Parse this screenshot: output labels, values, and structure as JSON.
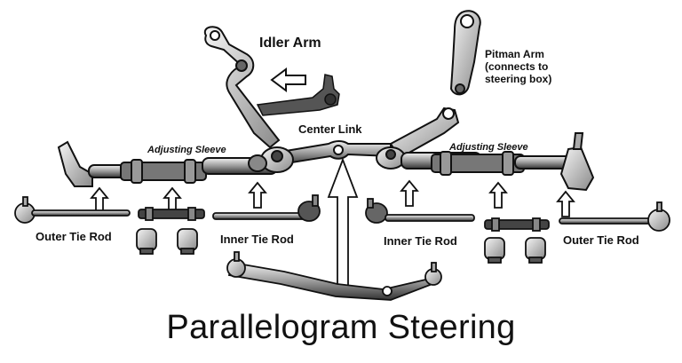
{
  "title": "Parallelogram Steering",
  "labels": {
    "idler_arm": "Idler Arm",
    "pitman_arm": "Pitman Arm (connects to steering box)",
    "center_link": "Center Link",
    "adjusting_sleeve_left": "Adjusting Sleeve",
    "adjusting_sleeve_right": "Adjusting Sleeve",
    "outer_tie_rod_left": "Outer Tie Rod",
    "inner_tie_rod_left": "Inner Tie Rod",
    "inner_tie_rod_right": "Inner Tie Rod",
    "outer_tie_rod_right": "Outer Tie Rod"
  },
  "colors": {
    "ink": "#111111",
    "part_fill": "#d9d9d9",
    "part_dark": "#555555",
    "background": "#ffffff"
  }
}
